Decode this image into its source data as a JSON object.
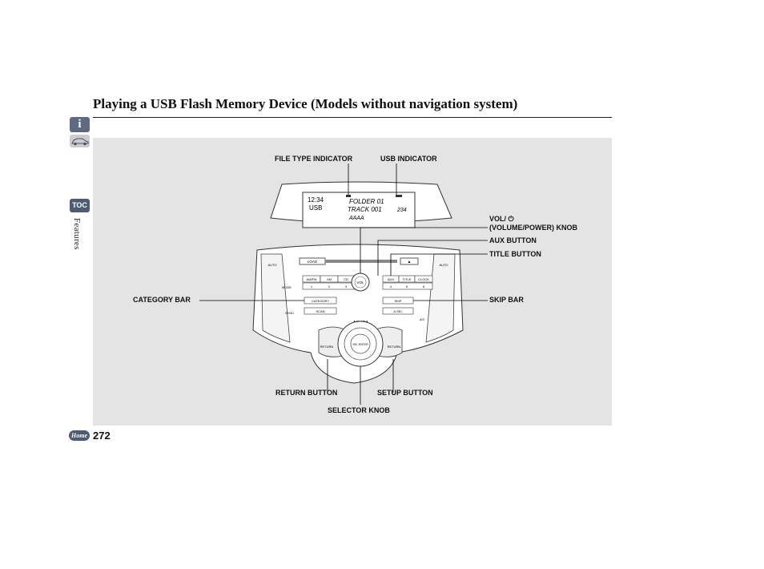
{
  "page": {
    "title": "Playing a USB Flash Memory Device (Models without navigation system)",
    "section_label": "Features",
    "page_number": "272",
    "toc_label": "TOC",
    "home_label": "Home",
    "info_icon": "info-icon",
    "car_icon": "car-icon"
  },
  "figure": {
    "callouts": {
      "file_type_indicator": "FILE TYPE INDICATOR",
      "usb_indicator": "USB INDICATOR",
      "vol_knob_line1": "VOL/ ⏻",
      "vol_knob_line2": "(VOLUME/POWER) KNOB",
      "aux_button": "AUX BUTTON",
      "title_button": "TITLE BUTTON",
      "category_bar": "CATEGORY BAR",
      "skip_bar": "SKIP BAR",
      "return_button": "RETURN BUTTON",
      "setup_button": "SETUP BUTTON",
      "selector_knob": "SELECTOR KNOB"
    },
    "display": {
      "clock": "12:34",
      "folder": "FOLDER 01",
      "source": "USB",
      "track": "TRACK 001",
      "time": "234",
      "file_type": "AAAA"
    },
    "panel_labels": {
      "load": "LOAD",
      "eject": "▲",
      "am_fm": "AM/FM",
      "xm": "XM",
      "cd": "CD",
      "vol": "VOL",
      "aux": "AUX",
      "title": "TITLE",
      "clock": "CLOCK",
      "presets": [
        "1",
        "2",
        "3",
        "4",
        "5",
        "6"
      ],
      "category": "CATEGORY",
      "scan": "SCAN",
      "skip": "SKIP",
      "audio": "A.SEL",
      "return": "RETURN",
      "setup": "RETURN",
      "knob": "SEL ENTER",
      "brand": "ACURA",
      "mode": "MODE",
      "sync": "SYNC",
      "auto": "AUTO",
      "ac": "A/C"
    }
  }
}
